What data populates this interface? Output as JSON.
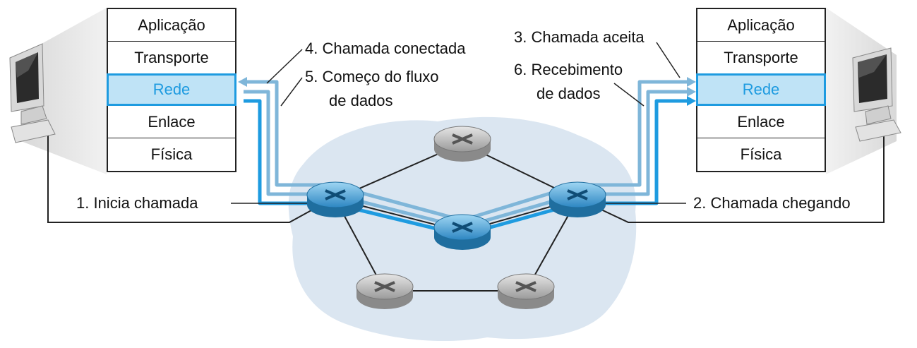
{
  "layers": [
    "Aplicação",
    "Transporte",
    "Rede",
    "Enlace",
    "Física"
  ],
  "steps": {
    "s1": "1. Inicia chamada",
    "s2": "2. Chamada chegando",
    "s3": "3. Chamada aceita",
    "s4": "4. Chamada conectada",
    "s5_line1": "5. Começo do fluxo",
    "s5_line2": "de dados",
    "s6_line1": "6. Recebimento",
    "s6_line2": "de dados"
  },
  "colors": {
    "accent_blue": "#1e9be0",
    "light_blue": "#7fb6d9",
    "layer_highlight": "#bfe3f6",
    "cloud": "#dbe6f1"
  },
  "icons": [
    "computer-icon",
    "router-icon"
  ]
}
